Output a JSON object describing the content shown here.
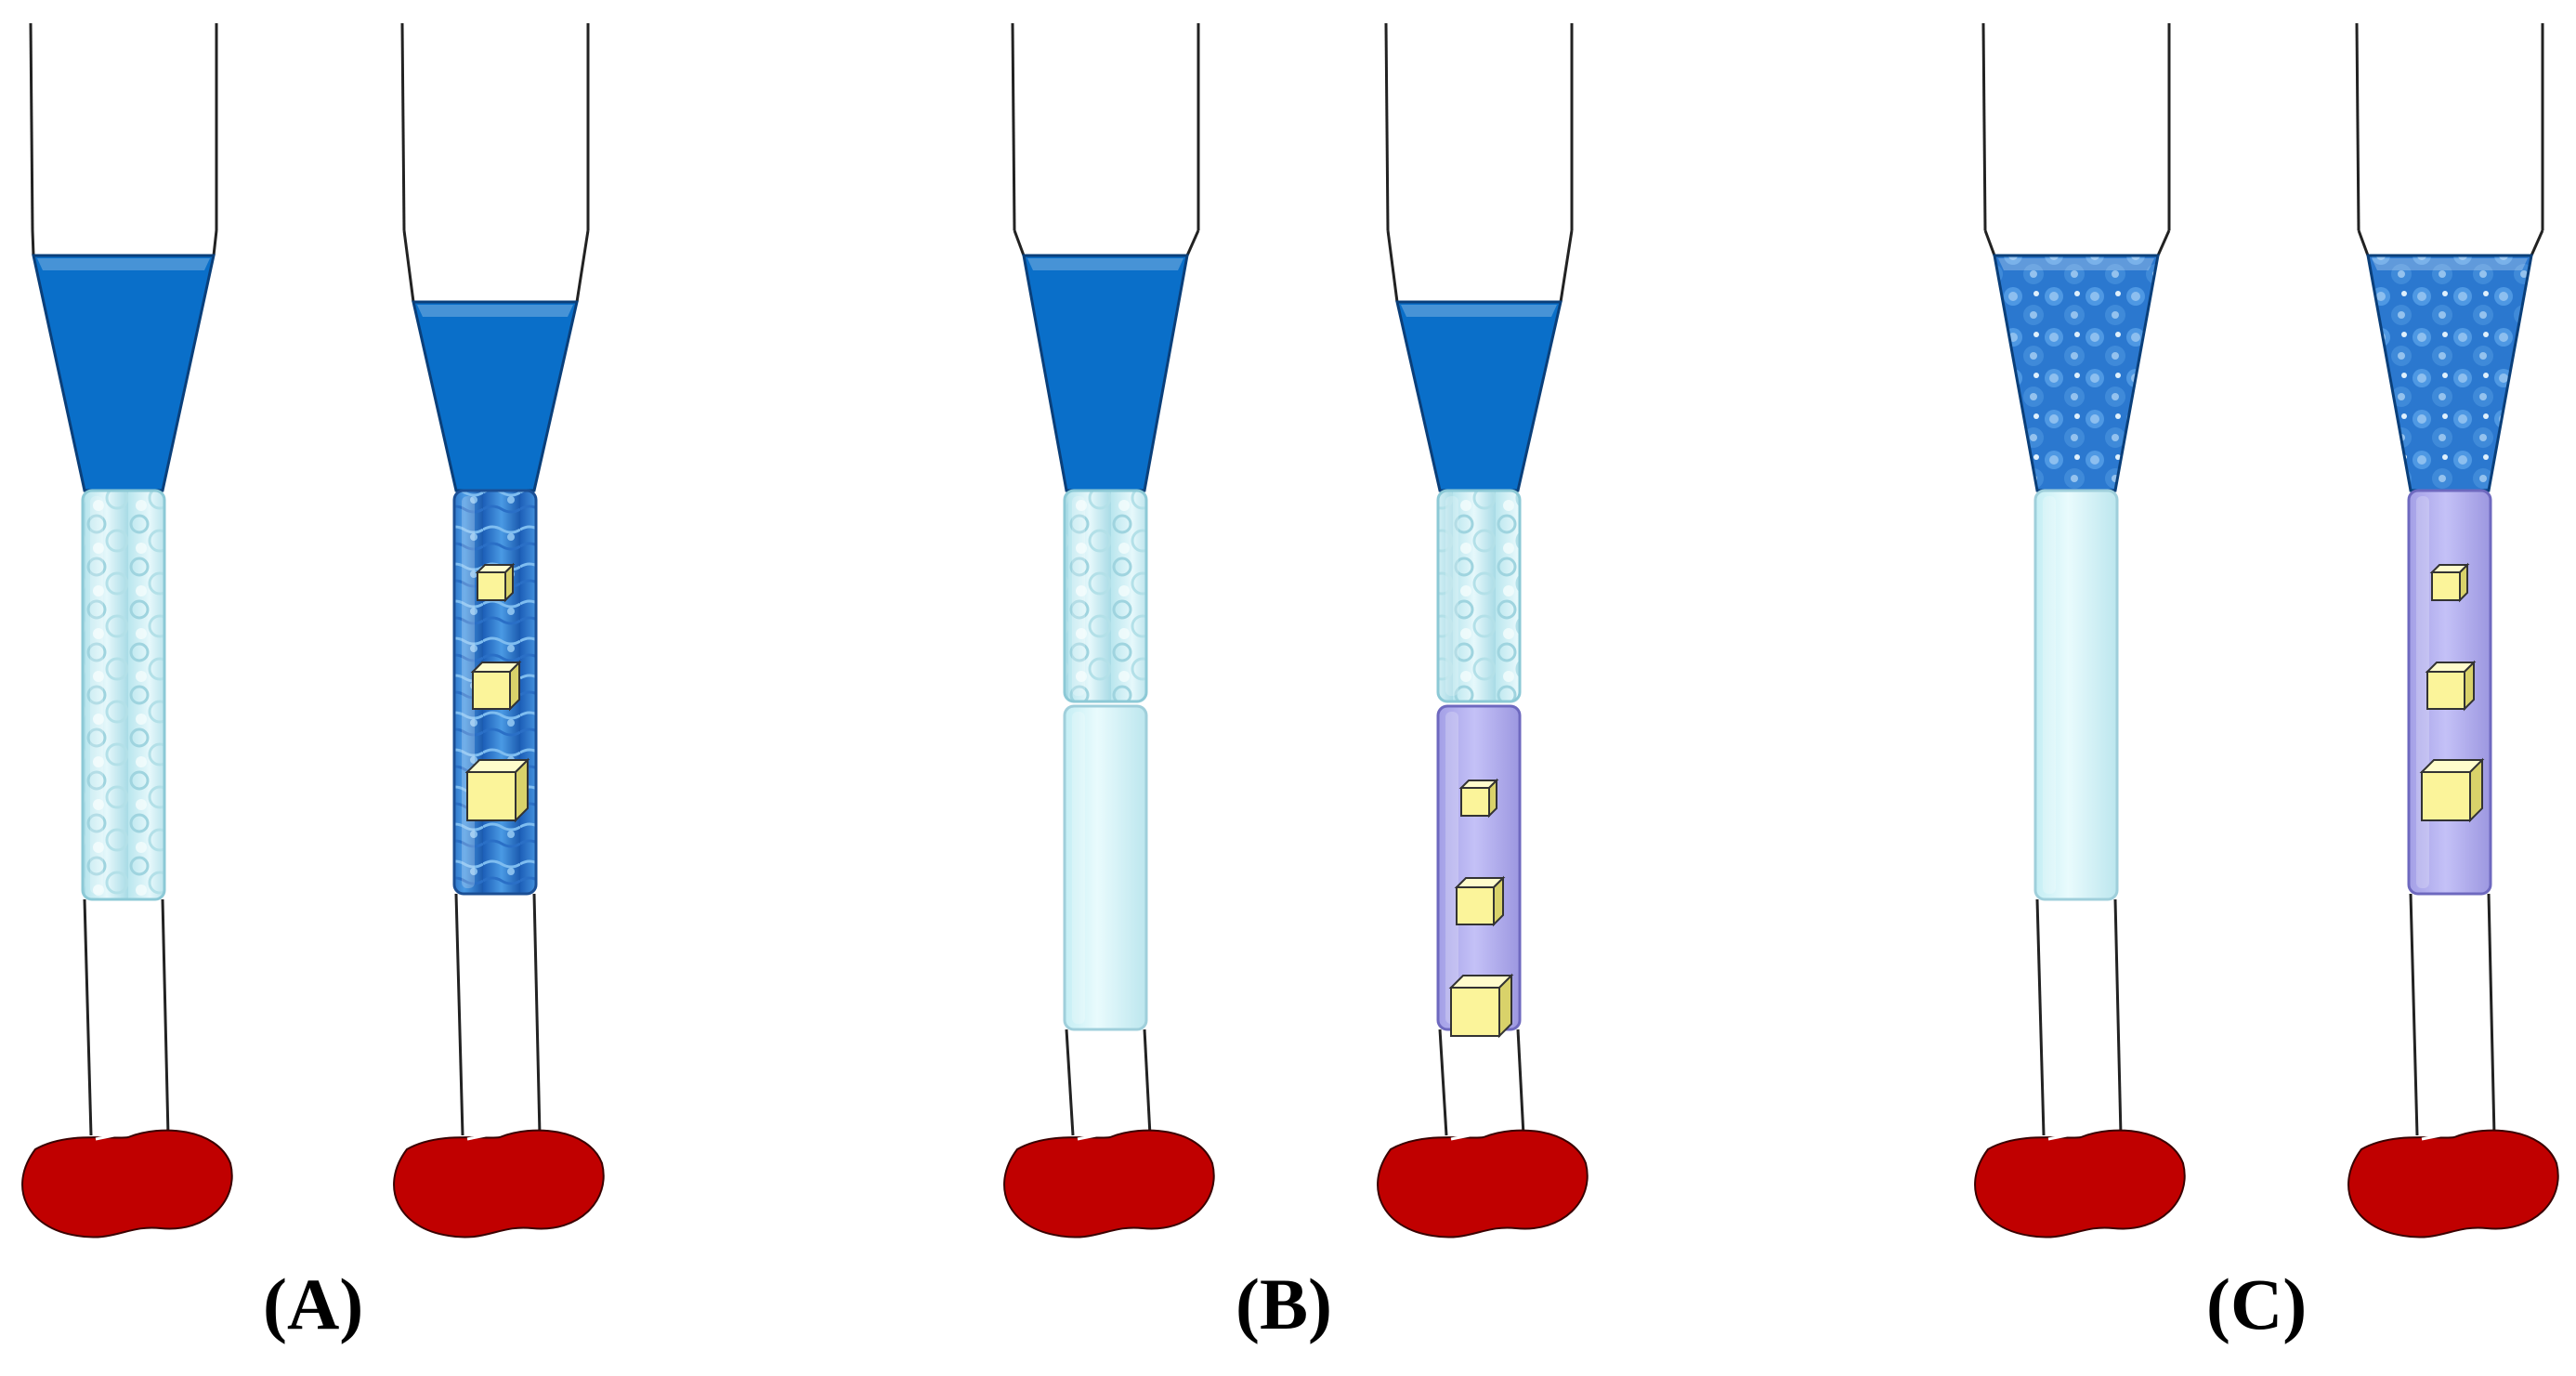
{
  "labels": {
    "a": "(A)",
    "b": "(B)",
    "c": "(C)"
  },
  "colors": {
    "cone_solid": "#0a6fc9",
    "cone_edge": "#0a3f7a",
    "foam_light": "#cdeff4",
    "foam_dark": "#2f7ed6",
    "gel_light": "#d9f7fb",
    "gel_purple": "#b7b3f3",
    "cube": "#fbf49a",
    "target": "#c00000",
    "line": "#222222"
  },
  "panels": [
    {
      "name": "A",
      "devices": [
        {
          "cone": "solid",
          "sections": [
            {
              "fill": "foam-light",
              "cubes": 0
            }
          ]
        },
        {
          "cone": "solid",
          "sections": [
            {
              "fill": "foam-dark",
              "cubes": 3
            }
          ]
        }
      ]
    },
    {
      "name": "B",
      "devices": [
        {
          "cone": "solid",
          "sections": [
            {
              "fill": "foam-light",
              "cubes": 0
            },
            {
              "fill": "gel-light",
              "cubes": 0
            }
          ]
        },
        {
          "cone": "solid",
          "sections": [
            {
              "fill": "foam-light",
              "cubes": 0
            },
            {
              "fill": "gel-purple",
              "cubes": 3
            }
          ]
        }
      ]
    },
    {
      "name": "C",
      "devices": [
        {
          "cone": "textured",
          "sections": [
            {
              "fill": "gel-light",
              "cubes": 0
            }
          ]
        },
        {
          "cone": "textured",
          "sections": [
            {
              "fill": "gel-purple",
              "cubes": 3
            }
          ]
        }
      ]
    }
  ]
}
